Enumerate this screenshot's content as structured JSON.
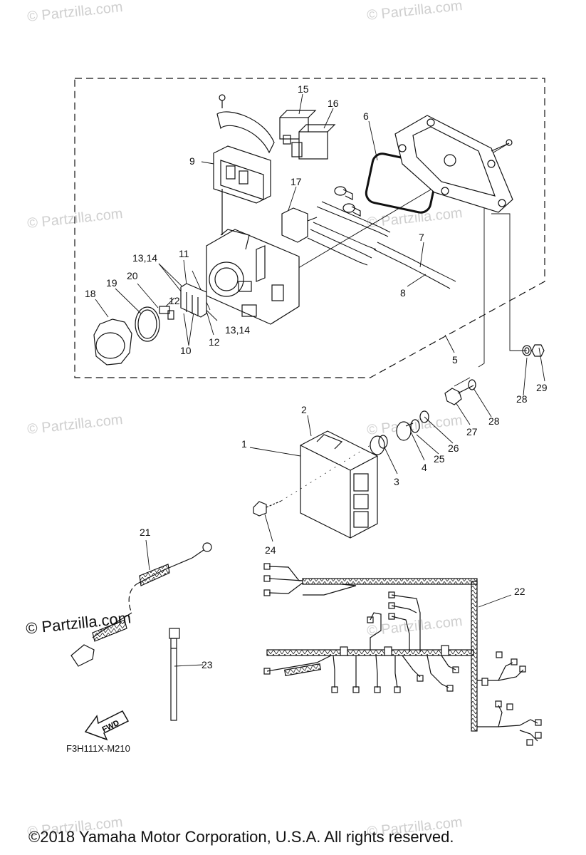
{
  "watermark": "© Partzilla.com",
  "reference_code": "F3H111X-M210",
  "copyright": "©2018 Yamaha Motor Corporation, U.S.A. All rights reserved.",
  "fwd_label": "FWD",
  "callouts": {
    "c1": "1",
    "c2": "2",
    "c3": "3",
    "c4": "4",
    "c5": "5",
    "c6": "6",
    "c7": "7",
    "c8": "8",
    "c9": "9",
    "c10": "10",
    "c11": "11",
    "c12a": "12",
    "c12b": "12",
    "c1314a": "13,14",
    "c1314b": "13,14",
    "c15": "15",
    "c16": "16",
    "c17": "17",
    "c18": "18",
    "c19": "19",
    "c20": "20",
    "c21": "21",
    "c22": "22",
    "c23": "23",
    "c24": "24",
    "c25": "25",
    "c26": "26",
    "c27": "27",
    "c28a": "28",
    "c28b": "28",
    "c29": "29"
  }
}
